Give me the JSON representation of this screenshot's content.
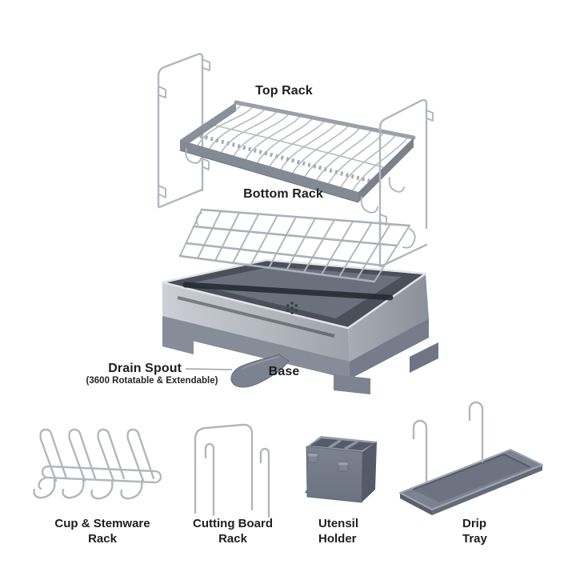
{
  "image_alt": "Exploded diagram of a dish drying rack with labeled parts and accessories",
  "diagram_labels": {
    "top_rack": "Top Rack",
    "bottom_rack": "Bottom Rack",
    "base": "Base",
    "drain_spout": "Drain Spout",
    "drain_spout_note": "(3600 Rotatable & Extendable)"
  },
  "accessories": [
    {
      "id": "cup-stemware-rack",
      "label_line1": "Cup & Stemware",
      "label_line2": "Rack"
    },
    {
      "id": "cutting-board-rack",
      "label_line1": "Cutting Board",
      "label_line2": "Rack"
    },
    {
      "id": "utensil-holder",
      "label_line1": "Utensil",
      "label_line2": "Holder"
    },
    {
      "id": "drip-tray",
      "label_line1": "Drip",
      "label_line2": "Tray"
    }
  ],
  "colors": {
    "background": "#ffffff",
    "label_text": "#1e1e20",
    "wire": "#b2b6bd",
    "steel_light": "#cdd0d5",
    "steel_dark": "#969ba3",
    "tray_interior": "#4a4f59",
    "plastic_gray": "#868c98",
    "leader_line": "#9aa1a9"
  }
}
